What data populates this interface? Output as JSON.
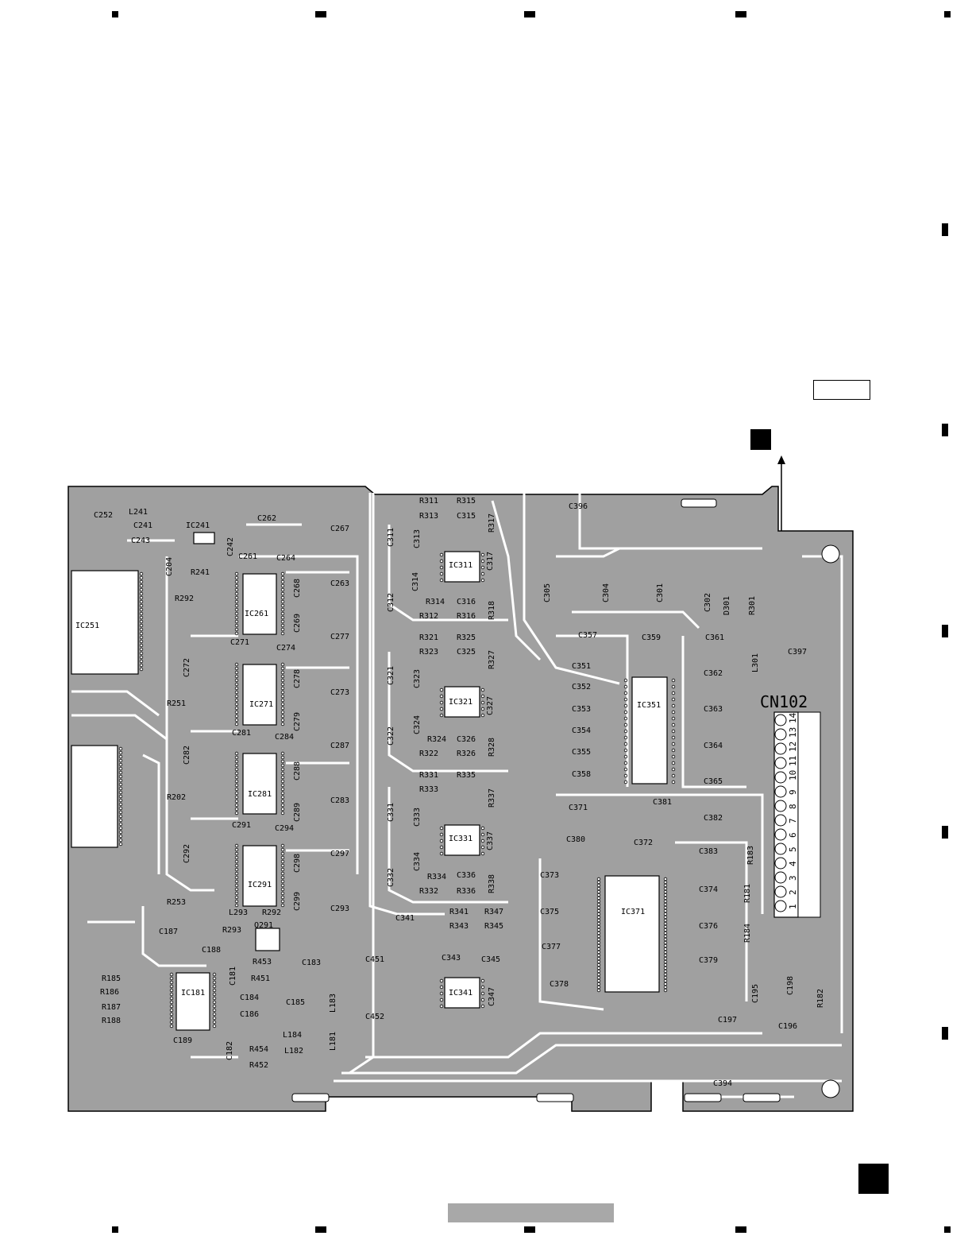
{
  "connector": {
    "label": "CN102",
    "pins": [
      "14",
      "13",
      "12",
      "11",
      "10",
      "9",
      "8",
      "7",
      "6",
      "5",
      "4",
      "3",
      "2",
      "1"
    ]
  },
  "ics": [
    {
      "id": "IC241",
      "label": "IC241"
    },
    {
      "id": "IC251",
      "label": "IC251"
    },
    {
      "id": "IC261",
      "label": "IC261"
    },
    {
      "id": "IC271",
      "label": "IC271"
    },
    {
      "id": "IC281",
      "label": "IC281"
    },
    {
      "id": "IC291",
      "label": "IC291"
    },
    {
      "id": "IC181",
      "label": "IC181"
    },
    {
      "id": "IC311",
      "label": "IC311"
    },
    {
      "id": "IC321",
      "label": "IC321"
    },
    {
      "id": "IC331",
      "label": "IC331"
    },
    {
      "id": "IC341",
      "label": "IC341"
    },
    {
      "id": "IC351",
      "label": "IC351"
    },
    {
      "id": "IC371",
      "label": "IC371"
    }
  ],
  "components": [
    "C252",
    "L241",
    "C241",
    "C243",
    "IC241",
    "C242",
    "C204",
    "R241",
    "R292",
    "C262",
    "C261",
    "C264",
    "C268",
    "C267",
    "C263",
    "C269",
    "C271",
    "C272",
    "C274",
    "C278",
    "C277",
    "C273",
    "C279",
    "R251",
    "C281",
    "C284",
    "C282",
    "C287",
    "C288",
    "C283",
    "C289",
    "R202",
    "C291",
    "C294",
    "C292",
    "C298",
    "C297",
    "C293",
    "C299",
    "R253",
    "L293",
    "R292",
    "R293",
    "Q291",
    "C187",
    "C188",
    "R185",
    "R186",
    "R187",
    "R188",
    "C181",
    "C184",
    "C186",
    "R453",
    "R451",
    "C183",
    "C185",
    "L183",
    "C451",
    "C452",
    "C189",
    "C182",
    "R454",
    "R452",
    "L184",
    "L182",
    "L181",
    "R311",
    "R315",
    "R313",
    "C315",
    "C311",
    "C313",
    "R317",
    "C317",
    "C314",
    "C312",
    "R314",
    "C316",
    "R312",
    "R316",
    "R318",
    "R321",
    "R325",
    "R323",
    "C325",
    "R327",
    "C321",
    "C323",
    "C327",
    "C322",
    "C324",
    "R324",
    "C326",
    "R322",
    "R326",
    "R328",
    "R331",
    "R335",
    "R333",
    "R337",
    "C331",
    "C333",
    "C337",
    "C332",
    "C334",
    "R334",
    "C336",
    "R332",
    "R336",
    "R338",
    "C341",
    "R341",
    "R347",
    "R343",
    "R345",
    "C343",
    "C345",
    "C347",
    "C396",
    "C305",
    "C304",
    "C301",
    "C302",
    "D301",
    "R301",
    "C357",
    "C359",
    "C361",
    "C351",
    "C352",
    "C353",
    "C354",
    "C355",
    "C358",
    "C362",
    "C363",
    "C364",
    "C365",
    "L301",
    "C397",
    "C381",
    "C382",
    "C371",
    "C380",
    "C372",
    "C383",
    "C373",
    "C375",
    "C377",
    "C378",
    "C374",
    "C376",
    "C379",
    "R183",
    "R181",
    "R184",
    "C195",
    "C198",
    "R182",
    "C197",
    "C196",
    "C394"
  ]
}
